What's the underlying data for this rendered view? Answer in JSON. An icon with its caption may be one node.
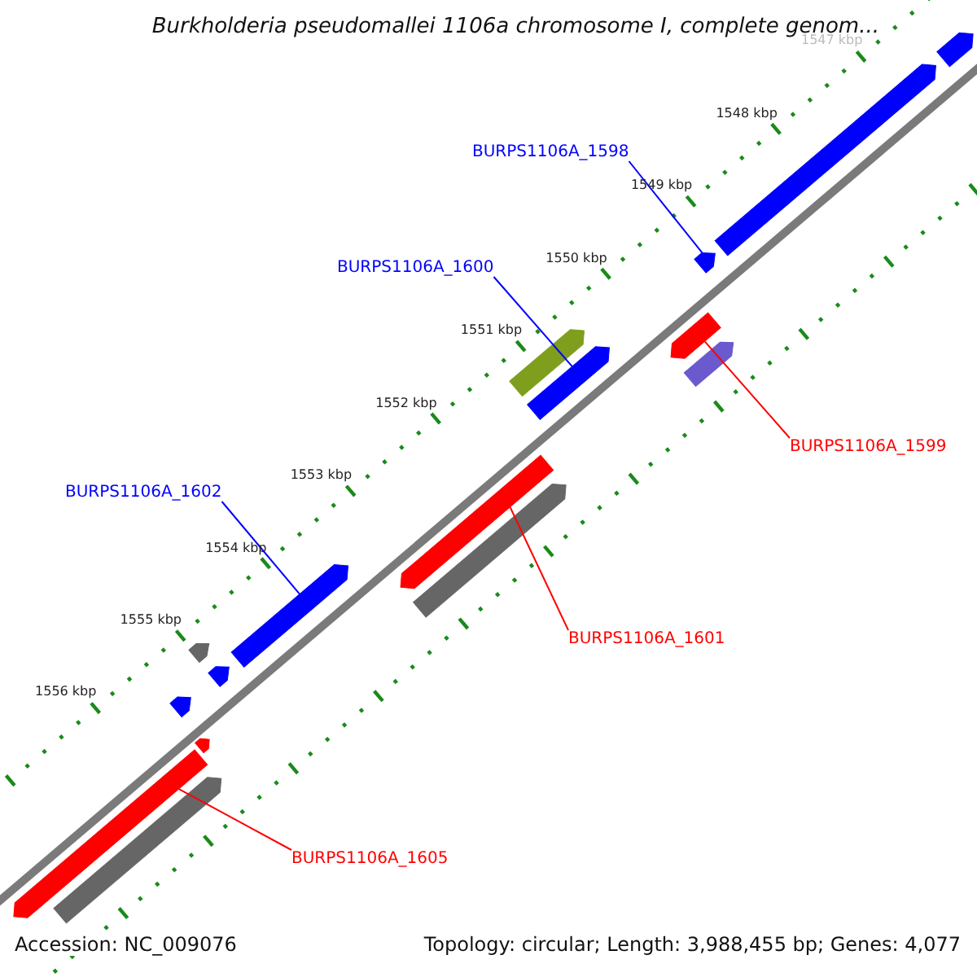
{
  "diagram": {
    "title": "Burkholderia pseudomallei 1106a chromosome I, complete genom...",
    "nodes": [
      {
        "text": [
          "BURPS1106A_1598"
        ]
      },
      {
        "text": [],
        "shape": "bar"
      },
      {
        "text": [
          "BURPS1106A_1600"
        ]
      },
      {
        "text": [],
        "shape": "bar"
      },
      {
        "text": [
          "BURPS1106A_1599"
        ]
      },
      {
        "text": [],
        "shape": "bar"
      },
      {
        "text": [
          "BURPS1106A_1602"
        ]
      },
      {
        "text": [],
        "shape": "bar"
      },
      {
        "text": [
          "BURPS1106A_1601"
        ]
      },
      {
        "text": [],
        "shape": "bar"
      },
      {
        "text": [
          "BURPS1106A_1605"
        ]
      },
      {
        "text": [],
        "shape": "bar"
      },
      {
        "text": [],
        "shape": "bar"
      },
      {
        "text": [],
        "shape": "bar"
      },
      {
        "text": [],
        "shape": "bar"
      },
      {
        "text": [],
        "shape": "bar"
      },
      {
        "text": [],
        "shape": "bar"
      },
      {
        "text": [],
        "shape": "bar"
      },
      {
        "text": [],
        "shape": "bar"
      },
      {
        "text": [],
        "shape": "bar"
      },
      {
        "text": [],
        "shape": "bar"
      },
      {
        "text": [],
        "shape": "bar"
      }
    ],
    "edges": [
      {
        "from": 0,
        "to": 1,
        "arrow": "none"
      },
      {
        "from": 2,
        "to": 3,
        "arrow": "none"
      },
      {
        "from": 4,
        "to": 5,
        "arrow": "none",
        "color": "#ff0000"
      },
      {
        "from": 6,
        "to": 7,
        "arrow": "none"
      },
      {
        "from": 8,
        "to": 9,
        "arrow": "none",
        "color": "#ff0000"
      },
      {
        "from": 10,
        "to": 11,
        "arrow": "none",
        "color": "#ff0000"
      }
    ],
    "labels": [
      "1547 kbp",
      "1548 kbp",
      "1549 kbp",
      "1550 kbp",
      "1551 kbp",
      "1552 kbp",
      "1553 kbp",
      "1554 kbp",
      "1555 kbp",
      "1556 kbp",
      "Accession: NC_009076",
      "Topology: circular; Length: 3,988,455 bp; Genes: 4,077"
    ]
  }
}
